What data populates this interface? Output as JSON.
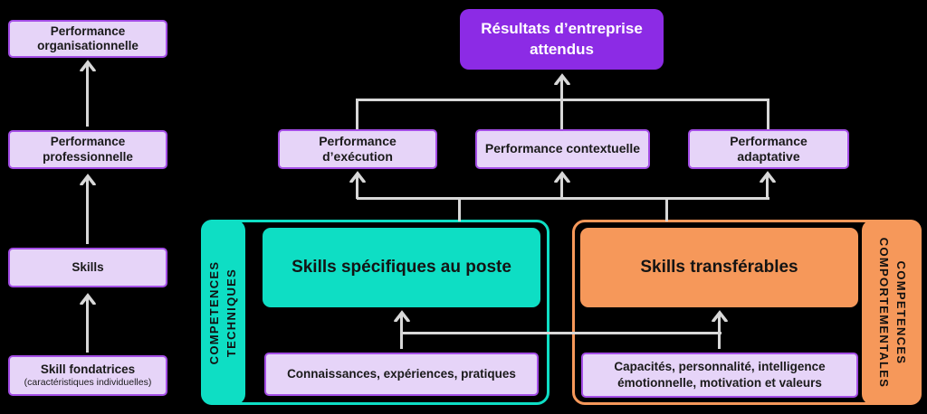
{
  "colors": {
    "background": "#000000",
    "teal": "#0EDEC4",
    "orange": "#F6985A",
    "purple": "#8C2BE5",
    "lavender_fill": "#E6D4F8",
    "lavender_border": "#A44DE6",
    "connector": "#D8D8D8"
  },
  "left_column": {
    "boxes": [
      {
        "label": "Performance organisationnelle"
      },
      {
        "label": "Performance professionnelle"
      },
      {
        "label": "Skills"
      },
      {
        "label": "Skill fondatrices",
        "sublabel": "(caractéristiques individuelles)"
      }
    ]
  },
  "expected_results": {
    "label": "Résultats d’entreprise attendus"
  },
  "performance_row": {
    "boxes": [
      {
        "label": "Performance d’exécution"
      },
      {
        "label": "Performance contextuelle"
      },
      {
        "label": "Performance adaptative"
      }
    ]
  },
  "technical_section": {
    "strip_line1": "COMPETENCES",
    "strip_line2": "TECHNIQUES",
    "header": "Skills spécifiques au poste",
    "detail": "Connaissances, expériences, pratiques"
  },
  "behavioral_section": {
    "strip_line1": "COMPETENCES",
    "strip_line2": "COMPORTEMENTALES",
    "header": "Skills transférables",
    "detail": "Capacités, personnalité, intelligence émotionnelle, motivation et valeurs"
  }
}
